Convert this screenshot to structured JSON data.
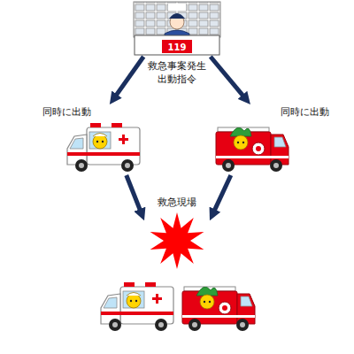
{
  "diagram": {
    "nodes": [
      {
        "text": [
          "119"
        ]
      },
      {
        "text": [
          "同時に出動"
        ]
      },
      {
        "text": [
          "同時に出動"
        ]
      },
      {
        "text": [
          "救急現場"
        ]
      }
    ],
    "edges": [
      {
        "from": 0,
        "to": 1,
        "arrow": "to"
      },
      {
        "from": 0,
        "to": 2,
        "arrow": "to"
      },
      {
        "from": 1,
        "to": 3,
        "arrow": "to"
      },
      {
        "from": 2,
        "to": 3,
        "arrow": "to"
      }
    ],
    "labels": [
      "救急事案発生 出動指令"
    ]
  }
}
